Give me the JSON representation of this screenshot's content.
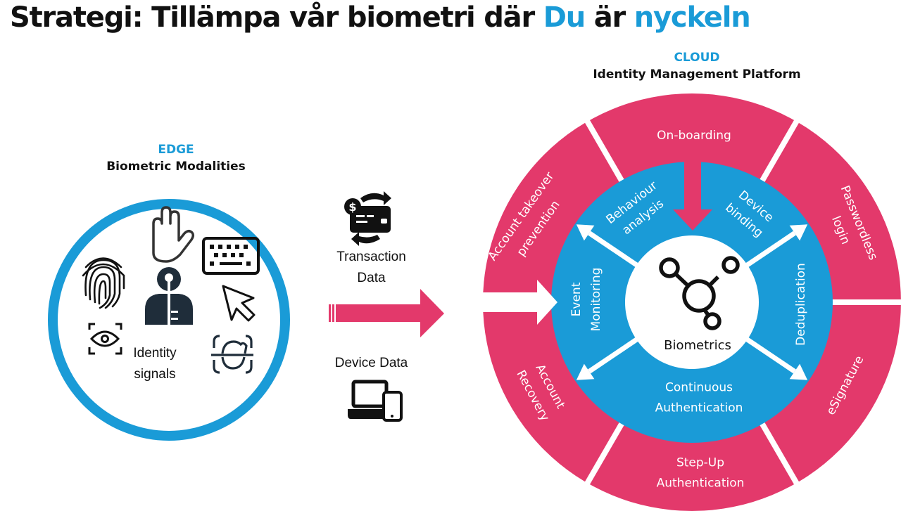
{
  "title": {
    "prefix": "Strategi: Tillämpa vår biometri där ",
    "accent1": "Du",
    "middle": " är ",
    "accent2": "nyckeln"
  },
  "colors": {
    "accent_blue": "#1a9bd7",
    "ring_pink": "#e3396b",
    "icon_dark": "#1f2d3a"
  },
  "edge": {
    "kicker": "EDGE",
    "subtitle": "Biometric Modalities",
    "icons": [
      "hand-palm-icon",
      "keyboard-icon",
      "fingerprint-icon",
      "person-key-icon",
      "cursor-arrow-icon",
      "eye-scan-icon",
      "face-scan-icon"
    ],
    "center_label_line1": "Identity",
    "center_label_line2": "signals"
  },
  "middle": {
    "transaction_line1": "Transaction",
    "transaction_line2": "Data",
    "device_label": "Device Data"
  },
  "cloud": {
    "kicker": "CLOUD",
    "subtitle": "Identity Management Platform",
    "center_label": "Biometrics",
    "outer_segments": [
      {
        "lines": [
          "On-boarding"
        ]
      },
      {
        "lines": [
          "Passwordless",
          "login"
        ]
      },
      {
        "lines": [
          "eSignature"
        ]
      },
      {
        "lines": [
          "Step-Up",
          "Authentication"
        ]
      },
      {
        "lines": [
          "Account",
          "Recovery"
        ]
      },
      {
        "lines": [
          "Account takeover",
          "prevention"
        ]
      }
    ],
    "inner_segments": [
      {
        "lines": [
          "Behaviour",
          "analysis"
        ]
      },
      {
        "lines": [
          "Device",
          "binding"
        ]
      },
      {
        "lines": [
          "Deduplication"
        ]
      },
      {
        "lines": [
          "Continuous",
          "Authentication"
        ]
      },
      {
        "lines": [
          "Event",
          "Monitoring"
        ]
      }
    ]
  }
}
